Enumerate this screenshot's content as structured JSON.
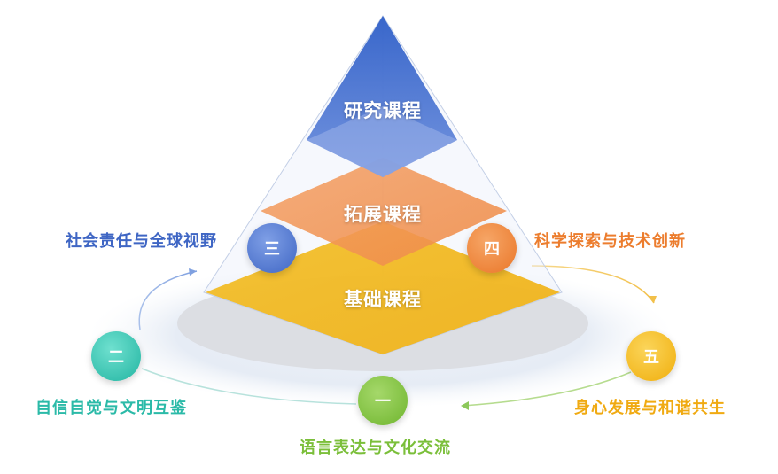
{
  "layers": {
    "top": "研究课程",
    "middle": "拓展课程",
    "bottom": "基础课程"
  },
  "goals": [
    {
      "num": "一",
      "label": "语言表达与文化交流",
      "color": "#7bbf3a"
    },
    {
      "num": "二",
      "label": "自信自觉与文明互鉴",
      "color": "#2bbaa8"
    },
    {
      "num": "三",
      "label": "社会责任与全球视野",
      "color": "#3f66c4"
    },
    {
      "num": "四",
      "label": "科学探索与技术创新",
      "color": "#ec7d2e"
    },
    {
      "num": "五",
      "label": "身心发展与和谐共生",
      "color": "#f2b413"
    }
  ]
}
